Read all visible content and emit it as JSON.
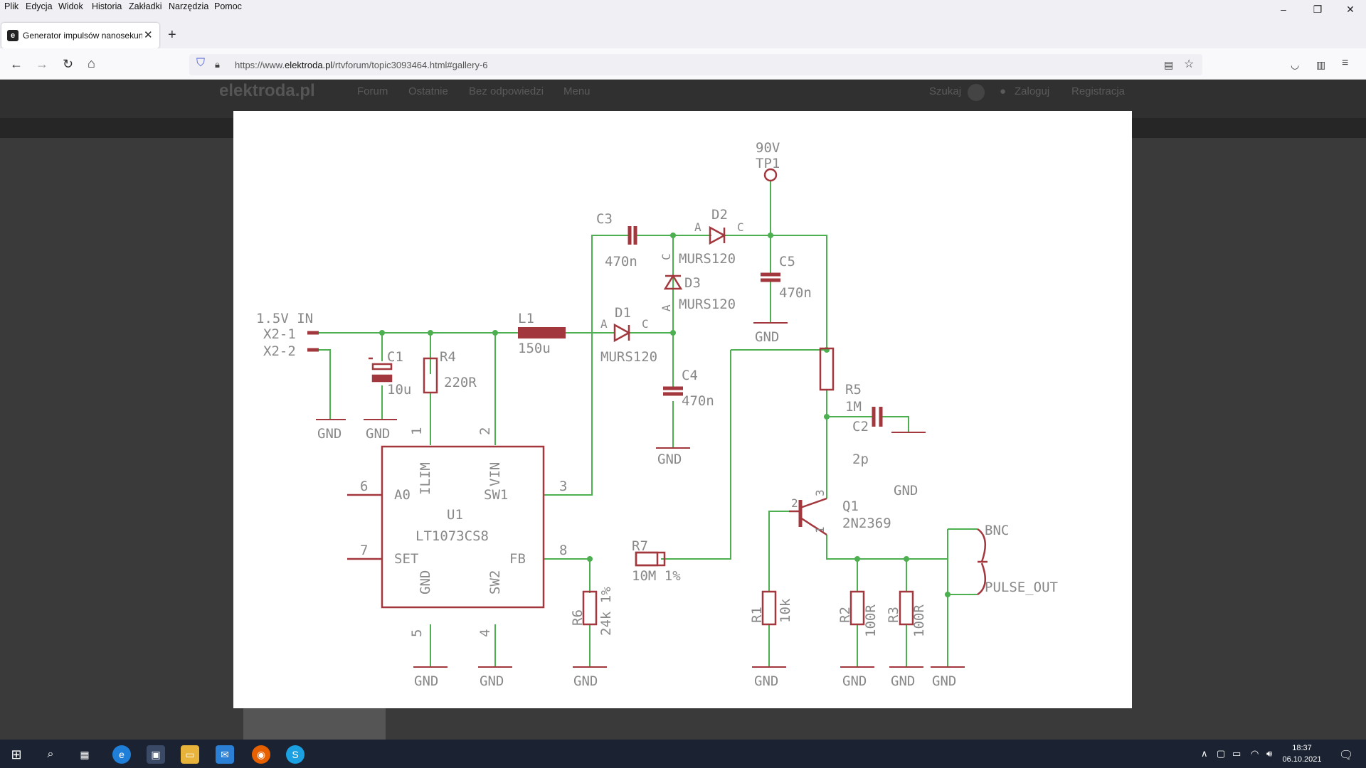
{
  "menubar": {
    "items": [
      "Plik",
      "Edycja",
      "Widok",
      "Historia",
      "Zakładki",
      "Narzędzia",
      "Pomoc"
    ]
  },
  "window": {
    "minimize": "–",
    "restore": "❐",
    "close": "✕"
  },
  "tab": {
    "title": "Generator impulsów nanosekun",
    "close": "✕",
    "new_tab": "+"
  },
  "nav": {
    "back": "←",
    "forward": "→",
    "reload": "↻",
    "home": "⌂"
  },
  "address": {
    "protocol": "https://www.",
    "host": "elektroda.pl",
    "path": "/rtvforum/topic3093464.html#gallery-6"
  },
  "site": {
    "logo": "elektroda.pl",
    "nav": [
      "Forum",
      "Ostatnie",
      "Bez odpowiedzi",
      "Menu"
    ],
    "search": "Szukaj",
    "login": "Zaloguj",
    "register": "Registracja"
  },
  "schematic": {
    "supply_label": "1.5V IN",
    "x2_1": "X2-1",
    "x2_2": "X2-2",
    "tp1_voltage": "90V",
    "tp1": "TP1",
    "c1": "C1",
    "c1_val": "10u",
    "r4": "R4",
    "r4_val": "220R",
    "l1": "L1",
    "l1_val": "150u",
    "d1": "D1",
    "d1_part": "MURS120",
    "d2": "D2",
    "d2_part": "MURS120",
    "d3": "D3",
    "d3_part": "MURS120",
    "c3": "C3",
    "c3_val": "470n",
    "c4": "C4",
    "c4_val": "470n",
    "c5": "C5",
    "c5_val": "470n",
    "r5": "R5",
    "r5_val": "1M",
    "c2": "C2",
    "c2_val": "2p",
    "q1": "Q1",
    "q1_part": "2N2369",
    "r7": "R7",
    "r7_val": "10M 1%",
    "r6": "R6",
    "r6_val": "24k 1%",
    "r1": "R1",
    "r1_val": "10k",
    "r2": "R2",
    "r2_val": "100R",
    "r3": "R3",
    "r3_val": "100R",
    "bnc": "BNC",
    "pulse_out": "PULSE_OUT",
    "u1": "U1",
    "u1_part": "LT1073CS8",
    "pin_a0": "A0",
    "pin_ilim": "ILIM",
    "pin_vin": "VIN",
    "pin_sw1": "SW1",
    "pin_set": "SET",
    "pin_fb": "FB",
    "pin_gnd": "GND",
    "pin_sw2": "SW2",
    "pin1": "1",
    "pin2": "2",
    "pin3": "3",
    "pin4": "4",
    "pin5": "5",
    "pin6": "6",
    "pin7": "7",
    "pin8": "8",
    "pin_a": "A",
    "pin_c": "C",
    "q_pin1": "1",
    "q_pin2": "2",
    "q_pin3": "3",
    "gnd": "GND"
  },
  "taskbar": {
    "time": "18:37",
    "date": "06.10.2021"
  },
  "colors": {
    "wire": "#4caf50",
    "symbol": "#a3373e",
    "text": "#888888"
  }
}
